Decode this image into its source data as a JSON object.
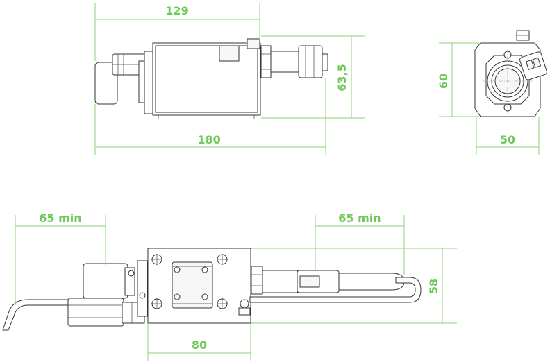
{
  "dimensions": {
    "top_width": "129",
    "top_length": "180",
    "top_height": "63,5",
    "side_height": "60",
    "side_width": "50",
    "bottom_left_clearance": "65 min",
    "bottom_right_clearance": "65 min",
    "bottom_height": "58",
    "bottom_width": "80"
  },
  "colors": {
    "dimension": "#6ec95a",
    "outline": "#333333"
  }
}
